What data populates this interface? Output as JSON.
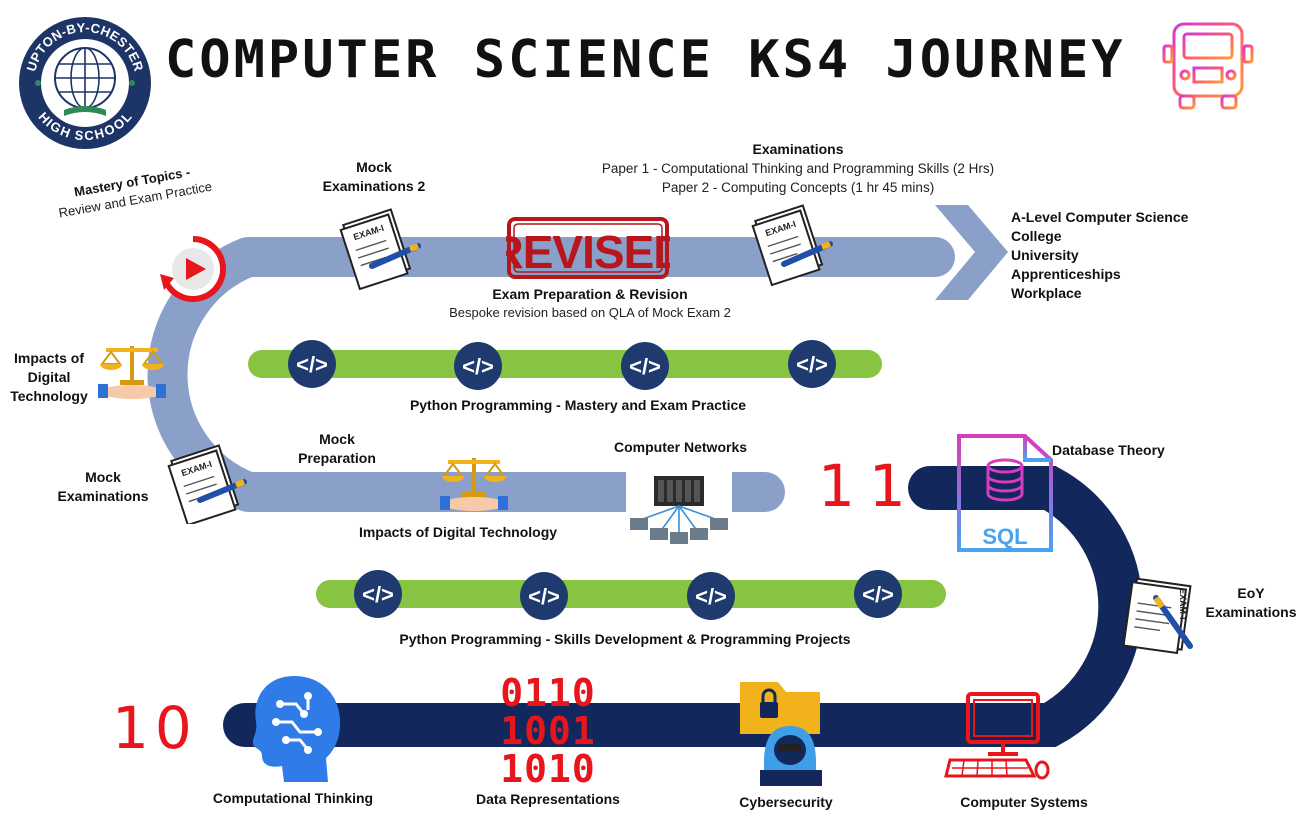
{
  "title": "COMPUTER SCIENCE KS4 JOURNEY",
  "logo": {
    "top_text": "UPTON-BY-CHESTER",
    "bottom_text": "HIGH SCHOOL"
  },
  "year_labels": {
    "y10": "10",
    "y11": "11"
  },
  "stops": {
    "computational_thinking": "Computational Thinking",
    "data_representations": "Data Representations",
    "binary_rows": [
      "0110",
      "1001",
      "1010"
    ],
    "cybersecurity": "Cybersecurity",
    "computer_systems": "Computer Systems",
    "eoy_line1": "EoY",
    "eoy_line2": "Examinations",
    "database_theory": "Database Theory",
    "sql_label": "SQL",
    "python_skills": "Python Programming - Skills Development & Programming Projects",
    "impacts_digital_technology": "Impacts of Digital Technology",
    "computer_networks": "Computer Networks",
    "mock_prep_line1": "Mock",
    "mock_prep_line2": "Preparation",
    "mock_exams_line1": "Mock",
    "mock_exams_line2": "Examinations",
    "impacts_line1": "Impacts of",
    "impacts_line2": "Digital",
    "impacts_line3": "Technology",
    "python_mastery": "Python Programming - Mastery and Exam Practice",
    "mastery_title": "Mastery of Topics -",
    "mastery_sub": "Review and Exam Practice",
    "mock2_line1": "Mock",
    "mock2_line2": "Examinations 2",
    "revised_stamp": "REVISED",
    "exam_prep_title": "Exam Preparation & Revision",
    "exam_prep_sub": "Bespoke revision based on QLA of Mock Exam 2",
    "examinations_title": "Examinations",
    "paper1": "Paper 1 - Computational Thinking and Programming Skills (2 Hrs)",
    "paper2": "Paper 2 - Computing Concepts (1 hr 45 mins)",
    "exam_paper_tag": "EXAM-I",
    "code_icon_glyph": "</>"
  },
  "destinations": [
    "A-Level Computer Science",
    "College",
    "University",
    "Apprenticeships",
    "Workplace"
  ],
  "colors": {
    "navy_road": "#12275c",
    "light_road": "#8aa0c9",
    "green_track": "#86c441",
    "code_circle": "#1e3a6e",
    "red_number": "#e8151c",
    "accent_blue": "#2f7be8",
    "sql_pink": "#d63cc0"
  }
}
